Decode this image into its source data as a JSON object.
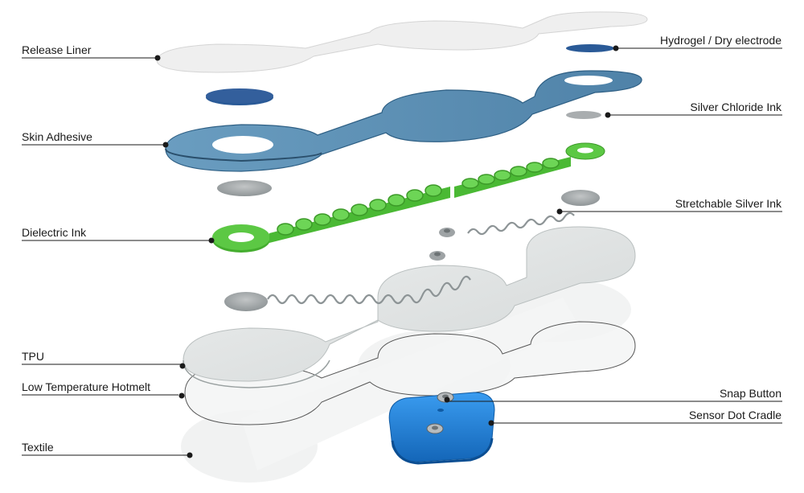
{
  "labels": {
    "left": [
      {
        "id": "release-liner",
        "text": "Release Liner"
      },
      {
        "id": "skin-adhesive",
        "text": "Skin Adhesive"
      },
      {
        "id": "dielectric-ink",
        "text": "Dielectric Ink"
      },
      {
        "id": "tpu",
        "text": "TPU"
      },
      {
        "id": "low-temperature-hotmelt",
        "text": "Low Temperature Hotmelt"
      },
      {
        "id": "textile",
        "text": "Textile"
      }
    ],
    "right": [
      {
        "id": "hydrogel-dry-electrode",
        "text": "Hydrogel / Dry electrode"
      },
      {
        "id": "silver-chloride-ink",
        "text": "Silver Chloride Ink"
      },
      {
        "id": "stretchable-silver-ink",
        "text": "Stretchable Silver Ink"
      },
      {
        "id": "snap-button",
        "text": "Snap Button"
      },
      {
        "id": "sensor-dot-cradle",
        "text": "Sensor Dot Cradle"
      }
    ]
  },
  "colors": {
    "release_liner": "#eeeeee",
    "hydrogel": "#2a5a97",
    "skin_adhesive": "#5b8fb3",
    "silver_chloride": "#a9adaf",
    "dielectric_ink": "#52c13a",
    "stretchable_silver": "#9ea3a5",
    "tpu": "#dfe2e2",
    "cradle": "#1f7fd6",
    "leader_line": "#1a1a1a"
  }
}
